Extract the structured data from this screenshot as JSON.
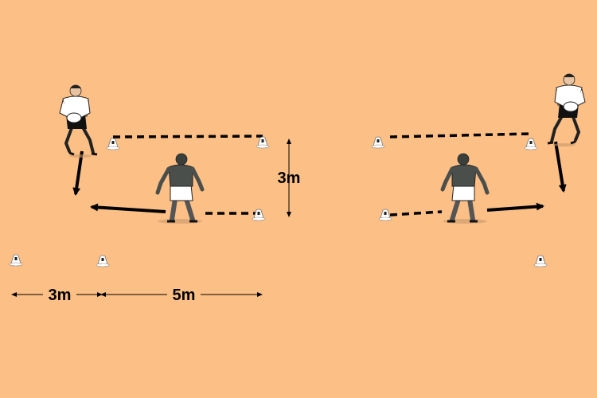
{
  "colors": {
    "background": "#FCBF85",
    "line": "#000000",
    "attacker_shirt": "#FFFFFF",
    "defender_shirt": "#4A4F4C",
    "cone": "#FFFFFF"
  },
  "labels": {
    "depth": "3m",
    "gap_left": "3m",
    "gap_right": "5m"
  },
  "icons": {
    "cone": "training-cone-icon",
    "attacker": "attacking-player-icon",
    "defender": "defending-player-icon"
  }
}
